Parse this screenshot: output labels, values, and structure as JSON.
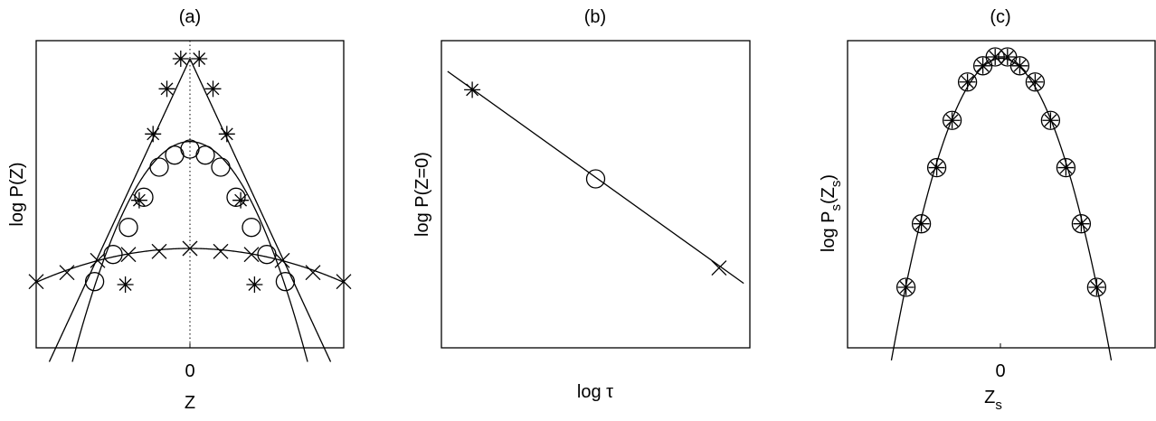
{
  "chart_data": [
    {
      "type": "line",
      "panel_label": "(a)",
      "xlabel": "Z",
      "ylabel": "log P(Z)",
      "x_ticks": [
        {
          "value": 0,
          "label": "0"
        }
      ],
      "xlim": [
        -5,
        5
      ],
      "ylim": [
        -9.6,
        0.6
      ],
      "zero_line": "dotted",
      "series": [
        {
          "marker": "star",
          "points": [
            [
              -0.3,
              0
            ],
            [
              0.3,
              0
            ],
            [
              -0.75,
              -1
            ],
            [
              0.75,
              -1
            ],
            [
              -1.2,
              -2.5
            ],
            [
              1.2,
              -2.5
            ],
            [
              -1.65,
              -4.7
            ],
            [
              1.65,
              -4.7
            ],
            [
              -2.1,
              -7.5
            ],
            [
              2.1,
              -7.5
            ]
          ],
          "curve": {
            "kind": "abs",
            "a": 0,
            "b": -2.2
          }
        },
        {
          "marker": "circle",
          "points": [
            [
              -0.5,
              -3.2
            ],
            [
              0,
              -3.0
            ],
            [
              0.5,
              -3.2
            ],
            [
              -1.0,
              -3.6
            ],
            [
              1.0,
              -3.6
            ],
            [
              -1.5,
              -4.6
            ],
            [
              1.5,
              -4.6
            ],
            [
              -2.0,
              -5.6
            ],
            [
              2.0,
              -5.6
            ],
            [
              -2.5,
              -6.5
            ],
            [
              2.5,
              -6.5
            ],
            [
              -3.1,
              -7.4
            ],
            [
              3.1,
              -7.4
            ]
          ],
          "curve": {
            "kind": "quad",
            "a": -2.75,
            "b": -0.5
          }
        },
        {
          "marker": "x",
          "points": [
            [
              -5,
              -7.4
            ],
            [
              -4,
              -7.1
            ],
            [
              -3,
              -6.7
            ],
            [
              -2,
              -6.5
            ],
            [
              -1,
              -6.4
            ],
            [
              0,
              -6.3
            ],
            [
              1,
              -6.4
            ],
            [
              2,
              -6.5
            ],
            [
              3,
              -6.7
            ],
            [
              4,
              -7.1
            ],
            [
              5,
              -7.4
            ]
          ],
          "curve": {
            "kind": "quad",
            "a": -6.3,
            "b": -0.045
          }
        }
      ]
    },
    {
      "type": "line",
      "panel_label": "(b)",
      "xlabel": "log τ",
      "ylabel": "log P(Z=0)",
      "xlim": [
        0,
        10
      ],
      "ylim": [
        0,
        10
      ],
      "series": [
        {
          "marker": "star",
          "x": [
            1.0
          ],
          "y": [
            8.4
          ]
        },
        {
          "marker": "circle",
          "x": [
            5.0
          ],
          "y": [
            5.5
          ]
        },
        {
          "marker": "x",
          "x": [
            9.0
          ],
          "y": [
            2.6
          ]
        }
      ],
      "fit_line": {
        "x": [
          0.2,
          9.8
        ],
        "y": [
          9.0,
          2.1
        ]
      }
    },
    {
      "type": "line",
      "panel_label": "(c)",
      "xlabel": "Z",
      "xlabel_sub": "s",
      "ylabel": "log P",
      "ylabel_sub": "s",
      "ylabel_tail": "(Z",
      "ylabel_tail_sub": "s",
      "ylabel_end": ")",
      "x_ticks": [
        {
          "value": 0,
          "label": "0"
        }
      ],
      "xlim": [
        -5,
        5
      ],
      "ylim": [
        -9.8,
        0.6
      ],
      "marker": "star-in-circle",
      "x": [
        -3.1,
        -2.6,
        -2.1,
        -1.6,
        -1.1,
        -0.6,
        -0.2,
        0.2,
        0.6,
        1.1,
        1.6,
        2.1,
        2.6,
        3.1
      ],
      "y": [
        -7.75,
        -5.6,
        -3.7,
        -2.1,
        -0.8,
        -0.25,
        0.05,
        0.05,
        -0.25,
        -0.8,
        -2.1,
        -3.7,
        -5.6,
        -7.75
      ],
      "curve": {
        "kind": "quad",
        "a": 0,
        "b": -0.8
      }
    }
  ]
}
